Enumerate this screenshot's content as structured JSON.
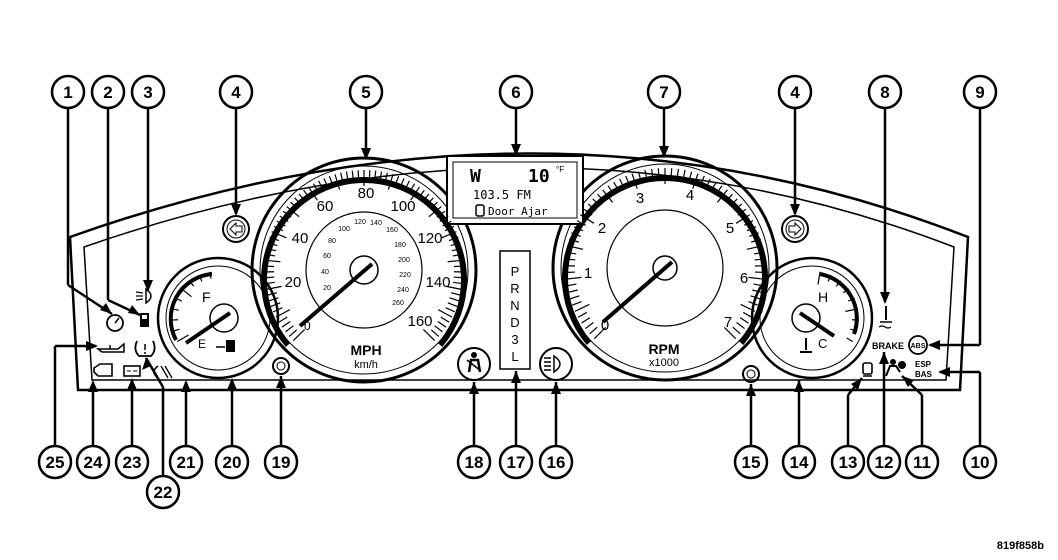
{
  "callouts": [
    "1",
    "2",
    "3",
    "4",
    "5",
    "6",
    "7",
    "4",
    "8",
    "9",
    "25",
    "24",
    "23",
    "22",
    "21",
    "20",
    "19",
    "18",
    "17",
    "16",
    "15",
    "14",
    "13",
    "12",
    "11",
    "10"
  ],
  "speedometer": {
    "mph_labels": [
      "20",
      "40",
      "60",
      "80",
      "100",
      "120",
      "140",
      "160"
    ],
    "zero": "0",
    "kmh_labels": [
      "20",
      "40",
      "60",
      "80",
      "100",
      "120",
      "140",
      "160",
      "180",
      "200",
      "220",
      "240",
      "260"
    ],
    "unit_main": "MPH",
    "unit_sub": "km/h"
  },
  "tachometer": {
    "labels": [
      "0",
      "1",
      "2",
      "3",
      "4",
      "5",
      "6",
      "7"
    ],
    "unit_main": "RPM",
    "unit_sub": "x1000"
  },
  "display": {
    "compass": "W",
    "temperature": "10",
    "temperature_unit": "°F",
    "radio": "103.5 FM",
    "message": "Door Ajar"
  },
  "gear_selector": [
    "P",
    "R",
    "N",
    "D",
    "3",
    "L"
  ],
  "fuel_gauge": {
    "full": "F",
    "empty": "E"
  },
  "temp_gauge": {
    "hot": "H",
    "cold": "C"
  },
  "indicators": {
    "brake": "BRAKE",
    "abs": "ABS",
    "esp": "ESP",
    "bas": "BAS"
  },
  "figure_code": "819f858b"
}
